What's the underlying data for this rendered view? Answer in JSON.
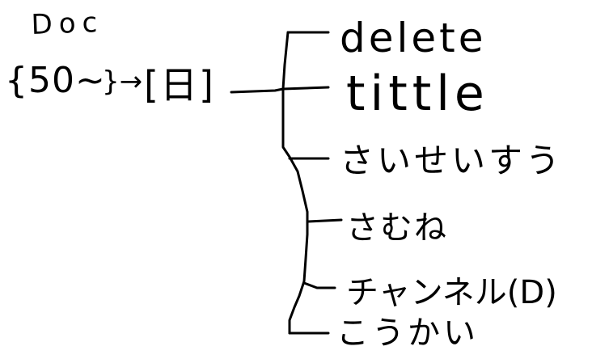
{
  "root": {
    "title": "Doc",
    "range": "{50~",
    "arrow": "}→",
    "day": "[日]"
  },
  "branches": [
    {
      "label": "delete"
    },
    {
      "label": "tittle"
    },
    {
      "label": "さいせいすう"
    },
    {
      "label": "さむね"
    },
    {
      "label": "チャンネル(D)"
    },
    {
      "label": "こうかい"
    }
  ],
  "colors": {
    "ink": "#000000",
    "background": "#ffffff"
  }
}
